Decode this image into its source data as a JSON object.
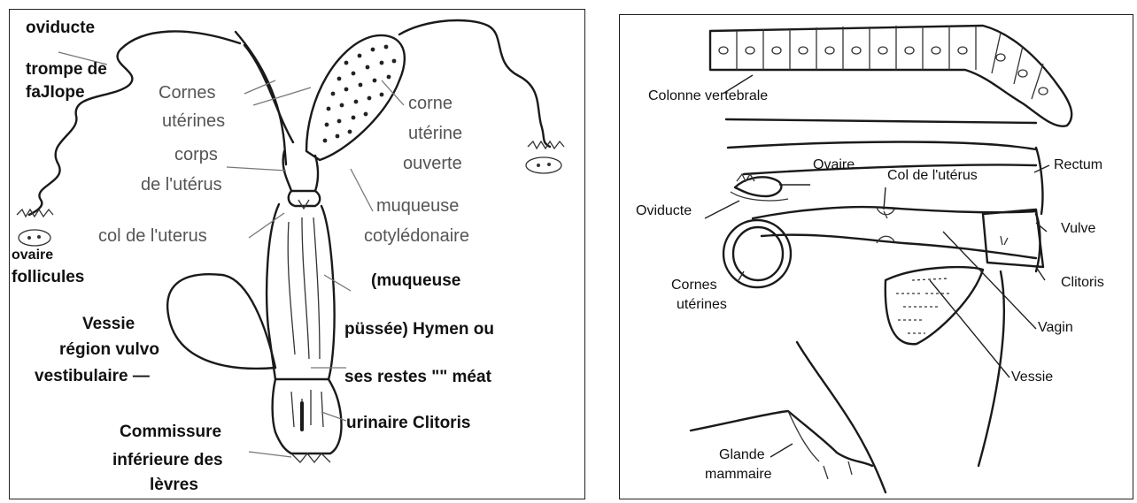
{
  "left_diagram": {
    "labels": {
      "oviducte": "oviducte",
      "trompe_1": "trompe de",
      "trompe_2": "faJIope",
      "cornes_1": "Cornes",
      "cornes_2": "utérines",
      "corps_1": "corps",
      "corps_2": "de l'utérus",
      "col": "col de l'uterus",
      "ovaire": "ovaire",
      "follicules": "follicules",
      "corne_1": "corne",
      "corne_2": "utérine",
      "corne_3": "ouverte",
      "muqueuse_1": "muqueuse",
      "muqueuse_2": "cotylédonaire",
      "p1": "(muqueuse",
      "p2": "püssée) Hymen ou",
      "p3": "ses restes \"\" méat",
      "p4": "urinaire Clitoris",
      "v1": "Vessie",
      "v2": "région vulvo",
      "v3": "vestibulaire —",
      "comm_1": "Commissure",
      "comm_2": "inférieure des",
      "comm_3": "lèvres"
    }
  },
  "right_diagram": {
    "labels": {
      "colonne": "Colonne vertebrale",
      "ovaire": "Ovaire",
      "col": "Col de l'utérus",
      "rectum": "Rectum",
      "oviducte": "Oviducte",
      "vulve": "Vulve",
      "clitoris": "Clitoris",
      "cornes_1": "Cornes",
      "cornes_2": "utérines",
      "vagin": "Vagin",
      "vessie": "Vessie",
      "glande_1": "Glande",
      "glande_2": "mammaire"
    }
  }
}
